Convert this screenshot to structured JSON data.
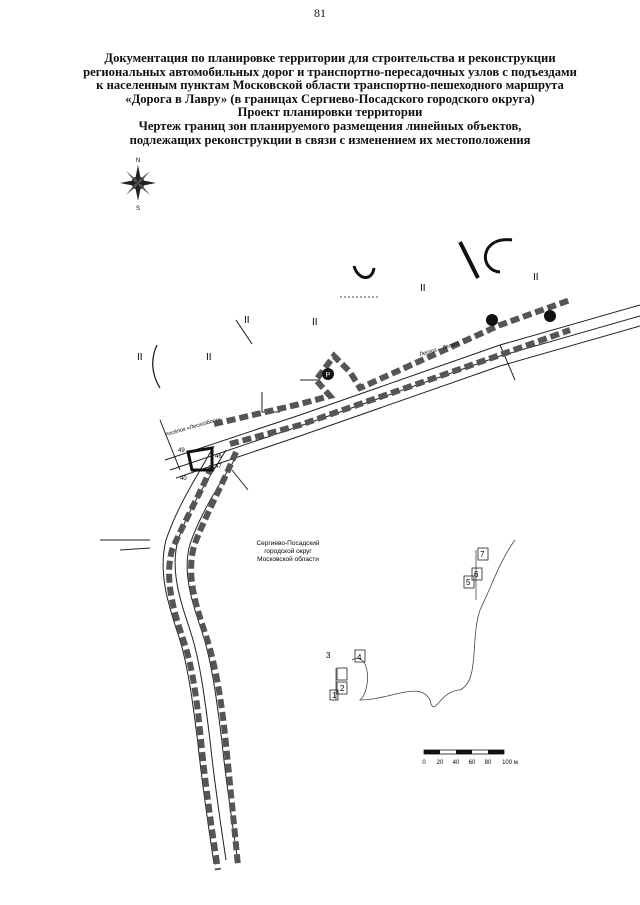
{
  "page_number": "81",
  "header_lines": [
    "Документация по планировке территории для строительства и реконструкции",
    "региональных автомобильных дорог и транспортно-пересадочных узлов с подъездами",
    "к населенным пунктам Московской области транспортно-пешеходного маршрута",
    "«Дорога в Лавру» (в границах Сергиево-Посадского городского округа)",
    "Проект планировки территории",
    "Чертеж границ зон планируемого размещения линейных объектов,",
    "подлежащих реконструкции в связи с изменением их местоположения"
  ],
  "compass": {
    "north": "N",
    "south": "S"
  },
  "region_label": [
    "Сергиево-Посадский",
    "городской округ",
    "Московской области"
  ],
  "street_label": "посёлок «Лесхозбогч»",
  "street_label_2": "Лесхоз – Лесхоз",
  "markers": [
    "II",
    "II",
    "II",
    "II",
    "II",
    "II"
  ],
  "point_labels": [
    "49",
    "46",
    "47",
    "40"
  ],
  "parcel_labels": [
    "3",
    "4",
    "1",
    "2",
    "5",
    "6",
    "7"
  ],
  "parking_symbol": "P",
  "scale_labels": [
    "0",
    "20",
    "40",
    "60",
    "80",
    "100 м"
  ],
  "colors": {
    "zone": "#555555",
    "line": "#222222"
  }
}
